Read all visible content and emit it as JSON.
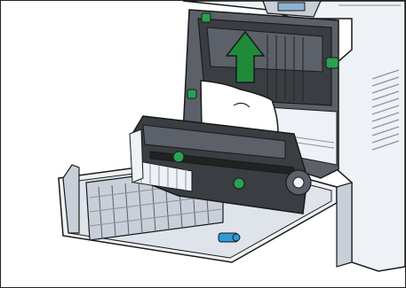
{
  "illustration": {
    "subject": "printer-with-front-cover-open-paper-jam-removal",
    "colors": {
      "outline": "#1a1a1a",
      "body_light": "#eef1f5",
      "body_mid": "#c9cfd8",
      "body_dark": "#8b939e",
      "interior_dark": "#3a3d42",
      "interior_mid": "#5c6068",
      "paper": "#ffffff",
      "arrow": "#1f8a3a",
      "lever_green": "#2aa052",
      "knob_blue": "#2f9ad6",
      "panel_screen": "#8fb3cf"
    },
    "icons": [
      "up-arrow-icon",
      "jammed-paper",
      "fuser-unit",
      "front-cover",
      "release-lever",
      "blue-knob"
    ]
  }
}
